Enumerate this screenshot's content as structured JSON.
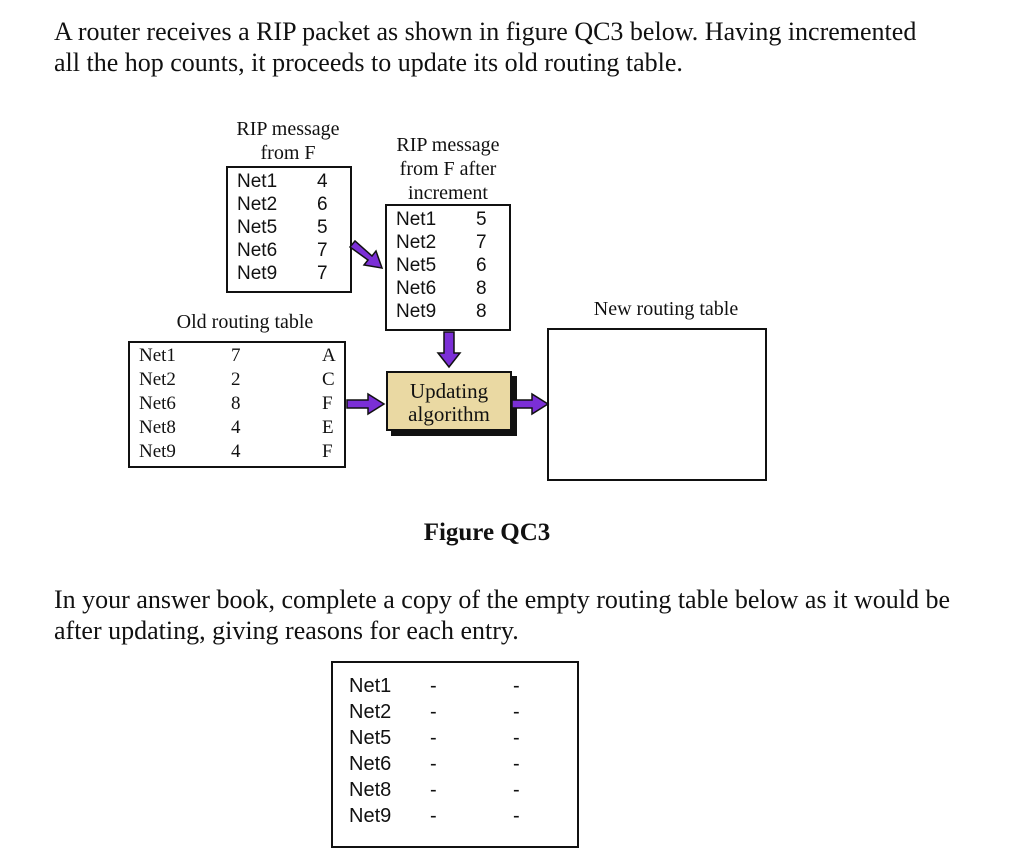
{
  "question": {
    "intro_line1": "A router receives a RIP packet as shown in figure QC3 below.  Having incremented",
    "intro_line2": "all the hop counts, it proceeds to update its old routing table.",
    "instruction_line1": "In your answer book, complete a copy of the empty routing table below as it would be",
    "instruction_line2": "after updating, giving reasons for each entry."
  },
  "figure": {
    "caption": "Figure QC3",
    "rip_message": {
      "label_line1": "RIP message",
      "label_line2": "from F",
      "rows": [
        {
          "net": "Net1",
          "hops": "4"
        },
        {
          "net": "Net2",
          "hops": "6"
        },
        {
          "net": "Net5",
          "hops": "5"
        },
        {
          "net": "Net6",
          "hops": "7"
        },
        {
          "net": "Net9",
          "hops": "7"
        }
      ]
    },
    "rip_after_increment": {
      "label_line1": "RIP message",
      "label_line2": "from F after",
      "label_line3": "increment",
      "rows": [
        {
          "net": "Net1",
          "hops": "5"
        },
        {
          "net": "Net2",
          "hops": "7"
        },
        {
          "net": "Net5",
          "hops": "6"
        },
        {
          "net": "Net6",
          "hops": "8"
        },
        {
          "net": "Net9",
          "hops": "8"
        }
      ]
    },
    "old_table": {
      "label": "Old routing table",
      "rows": [
        {
          "net": "Net1",
          "hops": "7",
          "next": "A"
        },
        {
          "net": "Net2",
          "hops": "2",
          "next": "C"
        },
        {
          "net": "Net6",
          "hops": "8",
          "next": "F"
        },
        {
          "net": "Net8",
          "hops": "4",
          "next": "E"
        },
        {
          "net": "Net9",
          "hops": "4",
          "next": "F"
        }
      ]
    },
    "algorithm": {
      "line1": "Updating",
      "line2": "algorithm"
    },
    "new_table": {
      "label": "New routing table"
    },
    "arrow_color": "#7b2fd6",
    "algorithm_fill": "#ead9a3"
  },
  "answer_table": {
    "rows": [
      {
        "net": "Net1",
        "hops": "-",
        "next": "-"
      },
      {
        "net": "Net2",
        "hops": "-",
        "next": "-"
      },
      {
        "net": "Net5",
        "hops": "-",
        "next": "-"
      },
      {
        "net": "Net6",
        "hops": "-",
        "next": "-"
      },
      {
        "net": "Net8",
        "hops": "-",
        "next": "-"
      },
      {
        "net": "Net9",
        "hops": "-",
        "next": "-"
      }
    ]
  }
}
